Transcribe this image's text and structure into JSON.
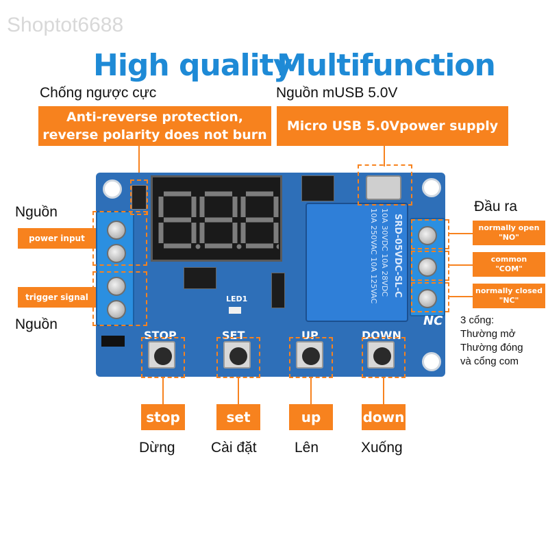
{
  "watermark": "Shoptot6688",
  "headline_left": "High quality",
  "headline_right": "Multifunction",
  "captions": {
    "reverse_vn": "Chống ngược cực",
    "usb_vn": "Nguồn mUSB 5.0V",
    "power_vn": "Nguồn",
    "output_vn": "Đầu ra",
    "trigger_vn": "Nguồn"
  },
  "features": {
    "reverse_en_line1": "Anti-reverse protection,",
    "reverse_en_line2": "reverse polarity does not burn",
    "usb_en": "Micro USB 5.0Vpower supply"
  },
  "left_labels": {
    "power_input": "power input",
    "trigger_signal": "trigger signal"
  },
  "right_labels": {
    "no_line1": "normally open",
    "no_line2": "\"NO\"",
    "com_line1": "common",
    "com_line2": "\"COM\"",
    "nc_line1": "normally closed",
    "nc_line2": "\"NC\""
  },
  "board": {
    "display_digits": "8.8.8.",
    "relay_line1": "10A 250VAC 10A 125VAC",
    "relay_line2": "10A 30VDC 10A 28VDC",
    "relay_model": "SRD-05VDC-SL-C",
    "silk_stop": "STOP",
    "silk_set": "SET",
    "silk_up": "UP",
    "silk_down": "DOWN",
    "silk_nc": "NC",
    "silk_led": "LED1"
  },
  "buttons": [
    {
      "label": "stop",
      "vn": "Dừng"
    },
    {
      "label": "set",
      "vn": "Cài đặt"
    },
    {
      "label": "up",
      "vn": "Lên"
    },
    {
      "label": "down",
      "vn": "Xuống"
    }
  ],
  "ports_note": {
    "line1": "3 cổng:",
    "line2": "Thường mở",
    "line3": "Thường đóng",
    "line4": "và cổng com"
  },
  "colors": {
    "accent_orange": "#f7821e",
    "headline_blue": "#1e8ad6",
    "pcb_blue": "#2e6fb8"
  }
}
